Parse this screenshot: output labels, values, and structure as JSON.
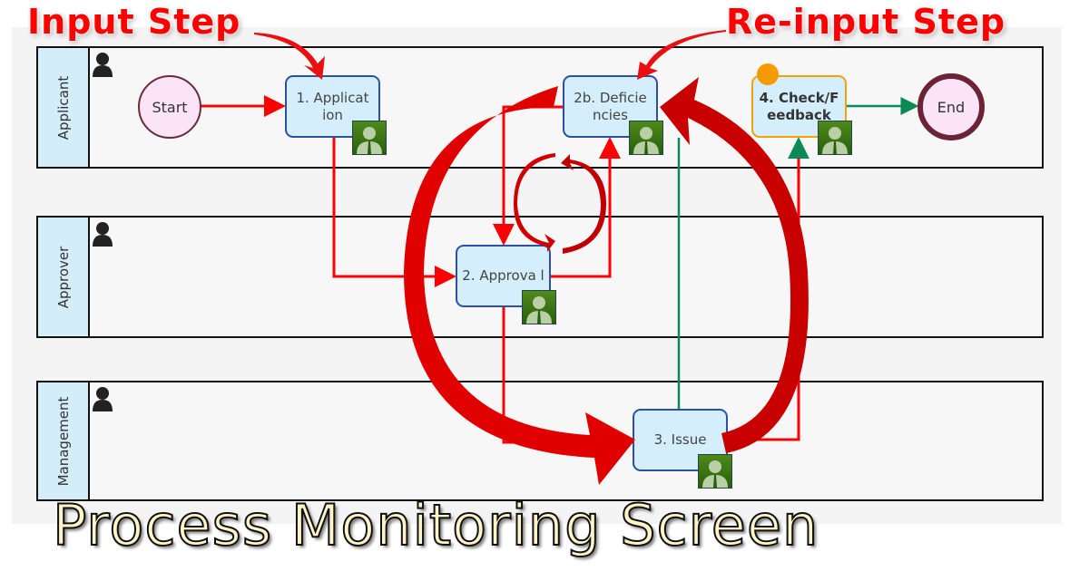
{
  "callouts": {
    "input_step": "Input Step",
    "reinput_step": "Re-input Step"
  },
  "title": "Process Monitoring Screen",
  "lanes": [
    {
      "label": "Applicant"
    },
    {
      "label": "Approver"
    },
    {
      "label": "Management"
    }
  ],
  "events": {
    "start": "Start",
    "end": "End"
  },
  "tasks": {
    "application": "1. Applicat ion",
    "deficiencies": "2b. Deficie ncies",
    "check_feedback": "4. Check/F eedback",
    "approval": "2. Approva l",
    "issue": "3. Issue"
  },
  "colors": {
    "flow_active": "#ff0000",
    "flow_done": "#0a8a55",
    "task_border": "#2e4fa3",
    "task_fill": "#d4eefb",
    "highlight": "#f5a100"
  }
}
